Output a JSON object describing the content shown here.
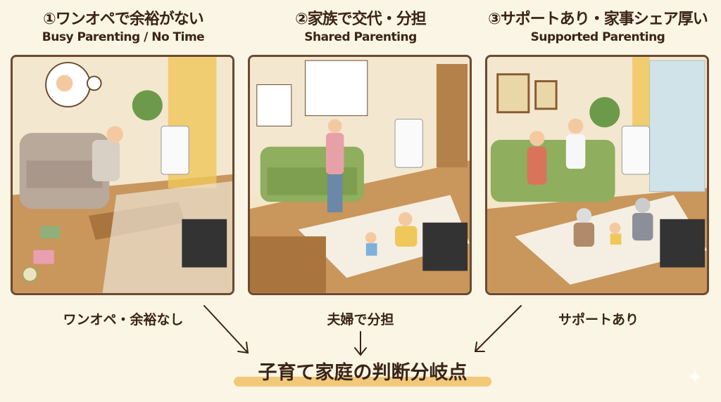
{
  "columns": [
    {
      "title": "①ワンオペで余裕がない",
      "subtitle": "Busy Parenting / No Time",
      "caption": "ワンオペ・余裕なし"
    },
    {
      "title": "②家族で交代・分担",
      "subtitle": "Shared Parenting",
      "caption": "夫婦で分担"
    },
    {
      "title": "③サポートあり・家事シェア厚い",
      "subtitle": "Supported Parenting",
      "caption": "サポートあり"
    }
  ],
  "conclusion": "子育て家庭の判断分岐点",
  "colors": {
    "background": "#fbf5e6",
    "border": "#6b4a2f",
    "text": "#3a2416",
    "highlight": "#f1c978",
    "sofa": "#8fae5e"
  }
}
